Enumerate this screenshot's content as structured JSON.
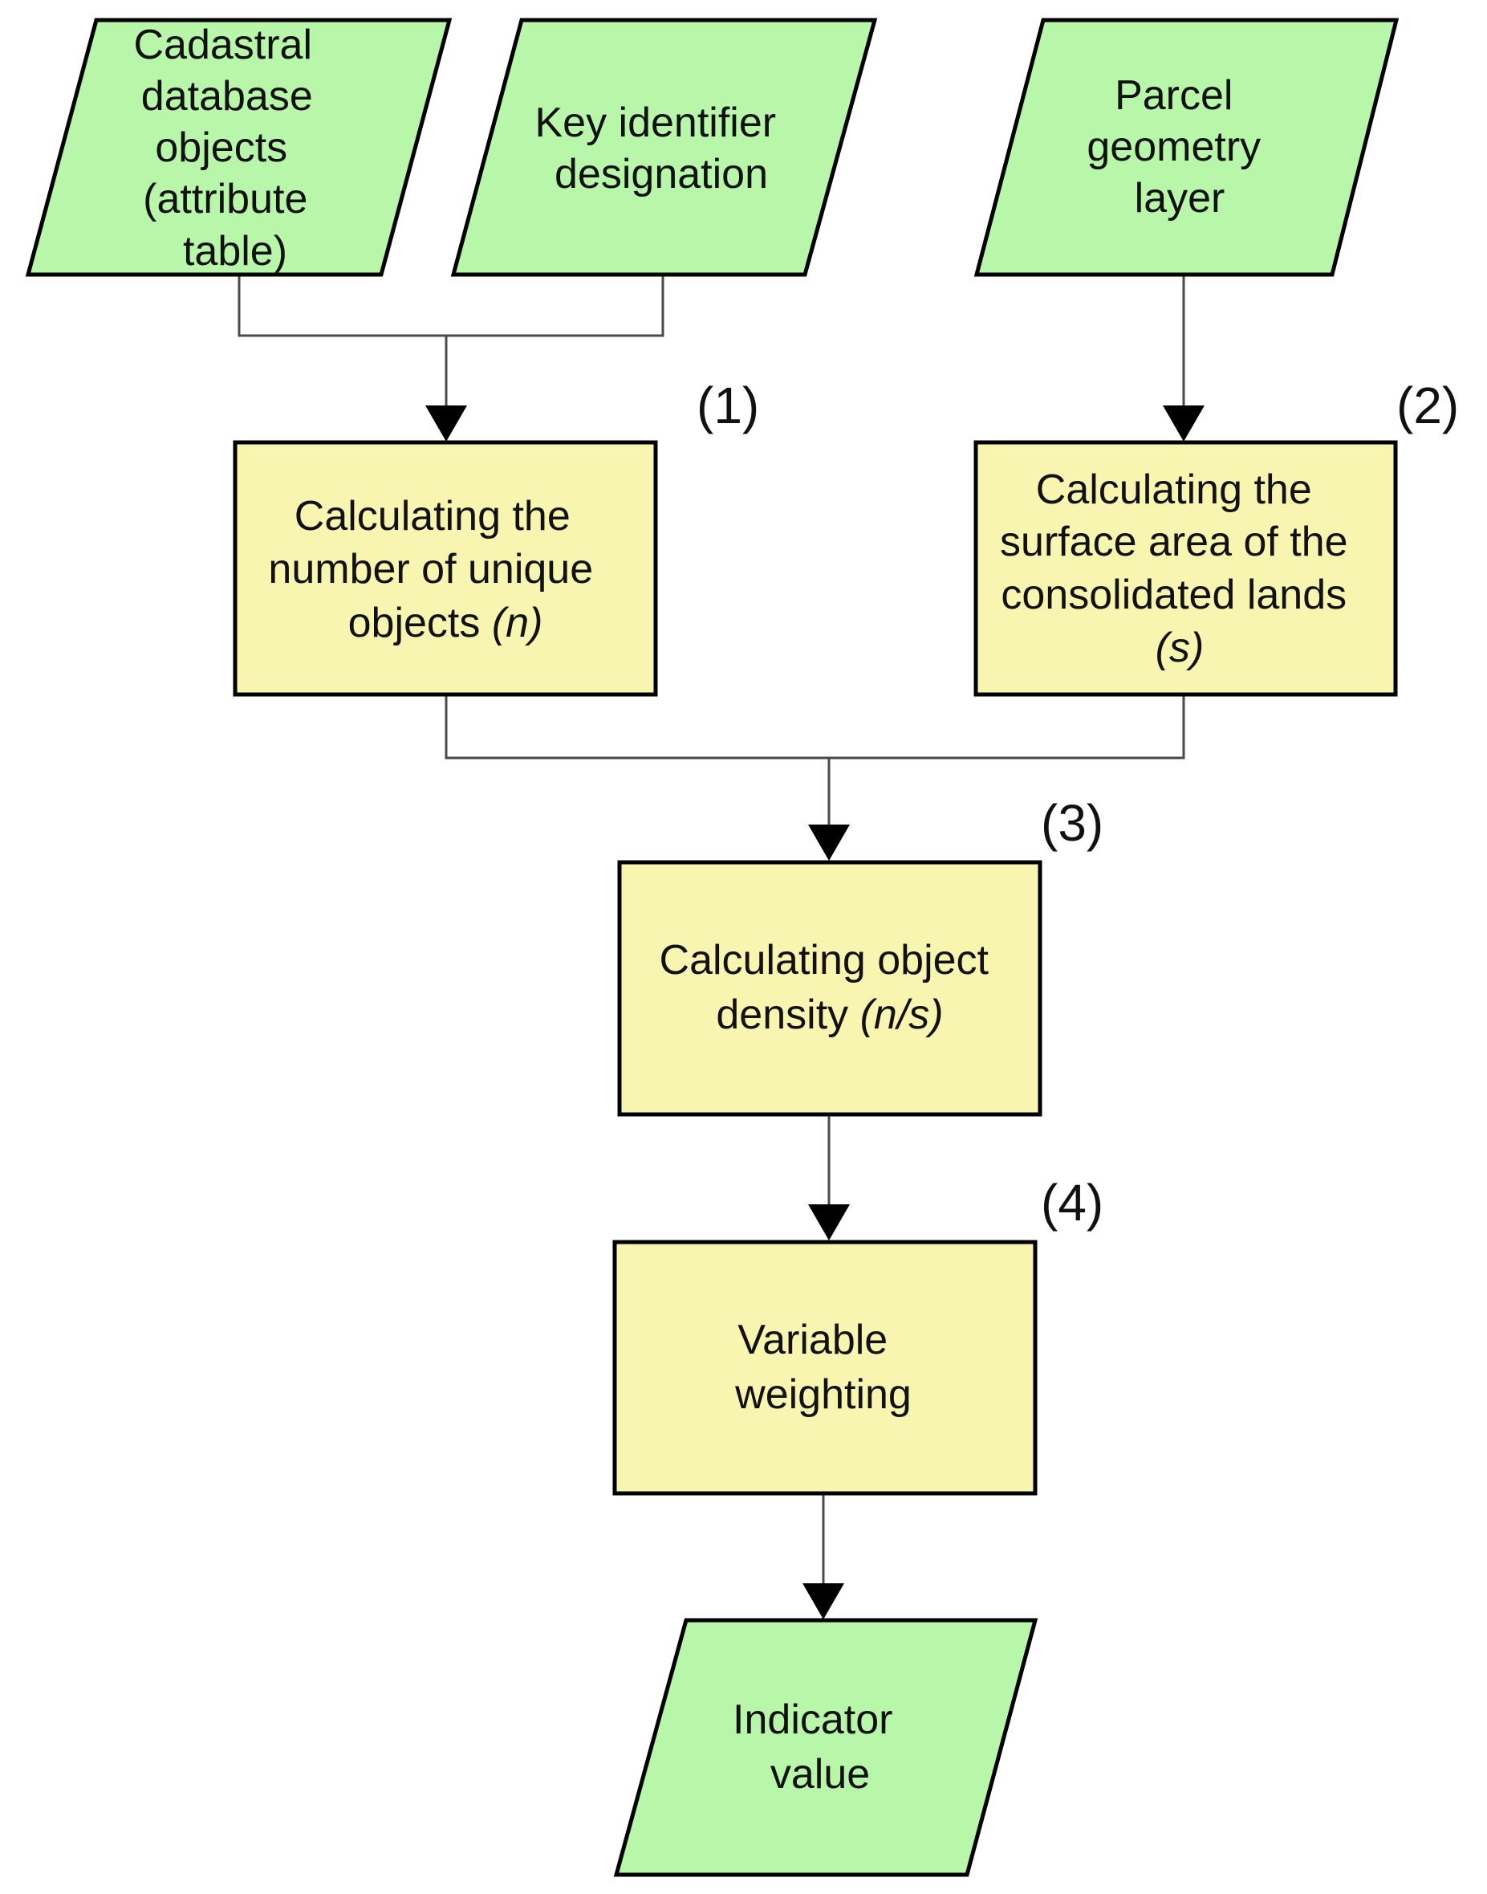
{
  "inputs": {
    "cadastral": {
      "lines": [
        "Cadastral",
        "database",
        "objects",
        "(attribute",
        "table)"
      ]
    },
    "key_identifier": {
      "lines": [
        "Key identifier",
        "designation"
      ]
    },
    "parcel": {
      "lines": [
        "Parcel",
        "geometry",
        "layer"
      ]
    }
  },
  "steps": {
    "s1": {
      "number": "(1)",
      "line1": "Calculating the",
      "line2": "number of unique",
      "line3_text": "objects ",
      "line3_var": "(n)"
    },
    "s2": {
      "number": "(2)",
      "line1": "Calculating the",
      "line2": "surface area of the",
      "line3": "consolidated lands",
      "line4_var": "(s)"
    },
    "s3": {
      "number": "(3)",
      "line1": "Calculating object",
      "line2_text": "density ",
      "line2_var": "(n/s)"
    },
    "s4": {
      "number": "(4)",
      "lines": [
        "Variable",
        "weighting"
      ]
    }
  },
  "output": {
    "lines": [
      "Indicator",
      "value"
    ]
  },
  "colors": {
    "io_fill": "#b8f6aa",
    "process_fill": "#f7f5b0",
    "stroke": "#000000",
    "connector": "#4a4a4a"
  }
}
